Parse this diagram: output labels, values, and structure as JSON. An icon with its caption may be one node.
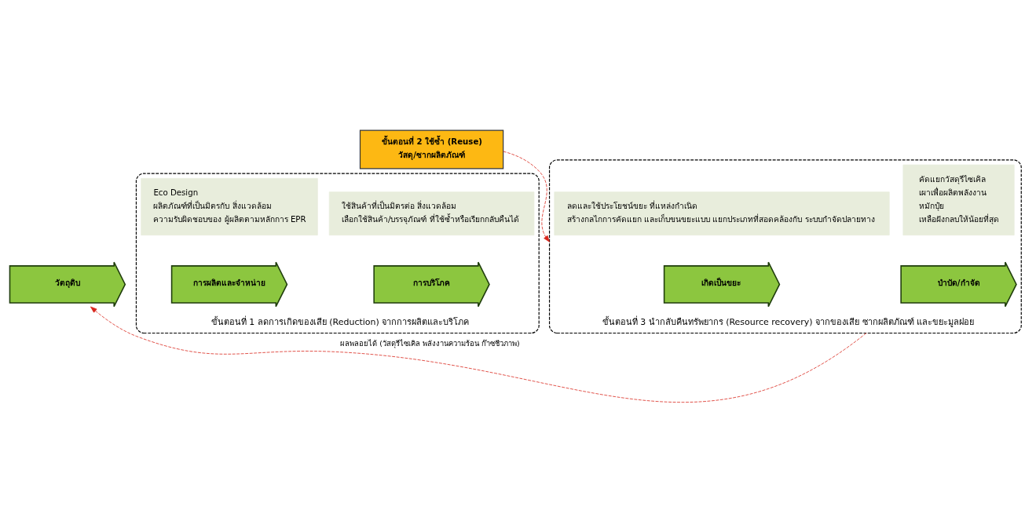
{
  "diagram": {
    "nodes": [
      {
        "text": [
          "ขั้นตอนที่ 2 ใช้ซ้ำ (Reuse)",
          "วัสดุ/ซากผลิตภัณฑ์"
        ]
      },
      {
        "text": [
          "วัตถุดิบ"
        ]
      },
      {
        "text": [
          "ขั้นตอนที่ 1 ลดการเกิดของเสีย (Reduction) จากการผลิตและบริโภค"
        ]
      },
      {
        "text": [
          "การผลิตและจำหน่าย"
        ],
        "in": 2
      },
      {
        "text": [
          "Eco Design",
          "ผลิตภัณฑ์ที่เป็นมิตรกับ สิ่งแวดล้อม",
          "ความรับผิดชอบของ ผู้ผลิตตามหลักการ EPR"
        ],
        "in": 2
      },
      {
        "text": [
          "การบริโภค"
        ],
        "in": 2
      },
      {
        "text": [
          "ใช้สินค้าที่เป็นมิตรต่อ สิ่งแวดล้อม",
          "เลือกใช้สินค้า/บรรจุภัณฑ์ ที่ใช้ซ้ำหรือเรียกกลับคืนได้"
        ],
        "in": 2
      },
      {
        "text": [
          "ขั้นตอนที่ 3 นำกลับคืนทรัพยากร (Resource recovery) จากของเสีย ซากผลิตภัณฑ์ และขยะมูลฝอย"
        ]
      },
      {
        "text": [
          "เกิดเป็นขยะ"
        ],
        "in": 7
      },
      {
        "text": [
          "ลดและใช้ประโยชน์ขยะ ที่แหล่งกำเนิด",
          "สร้างกลไกการคัดแยก และเก็บขนขยะแบบ แยกประเภทที่สอดคล้องกับ ระบบกำจัดปลายทาง"
        ],
        "in": 7
      },
      {
        "text": [
          "บำบัด/กำจัด"
        ],
        "in": 7
      },
      {
        "text": [
          "คัดแยกวัสดุรีไซเคิล",
          "เผาเพื่อผลิตพลังงาน",
          "หมักปุ๋ย",
          "เหลือฝังกลบให้น้อยที่สุด"
        ],
        "in": 7
      }
    ],
    "edges": [
      {
        "from": 0,
        "to": 7,
        "arrow": "to",
        "style": "dashed",
        "color": "#d9261c"
      },
      {
        "from": 7,
        "to": 1,
        "arrow": "to",
        "style": "dashed",
        "color": "#d9261c",
        "label": "ผลพลอยได้ (วัสดุรีไซเคิล พลังงานความร้อน ก๊าซชีวภาพ)"
      }
    ]
  }
}
